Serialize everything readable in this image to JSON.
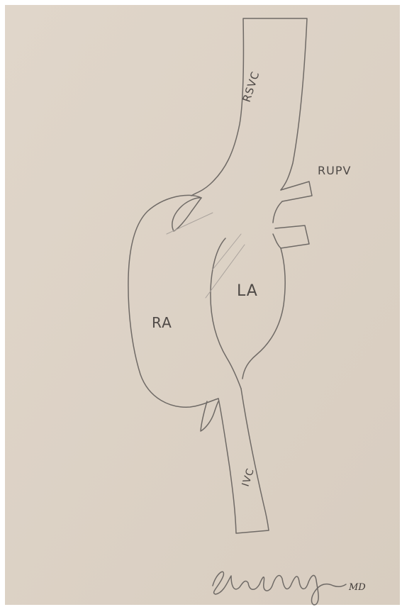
{
  "diagram": {
    "labels": {
      "rsvc": "RSVC",
      "rupv": "RUPV",
      "la": "LA",
      "ra": "RA",
      "ivc": "IVC"
    },
    "signature": "Stacy McKillop MD"
  },
  "colors": {
    "paper": "#ddd2c5",
    "pencil": "#6f6a66"
  }
}
